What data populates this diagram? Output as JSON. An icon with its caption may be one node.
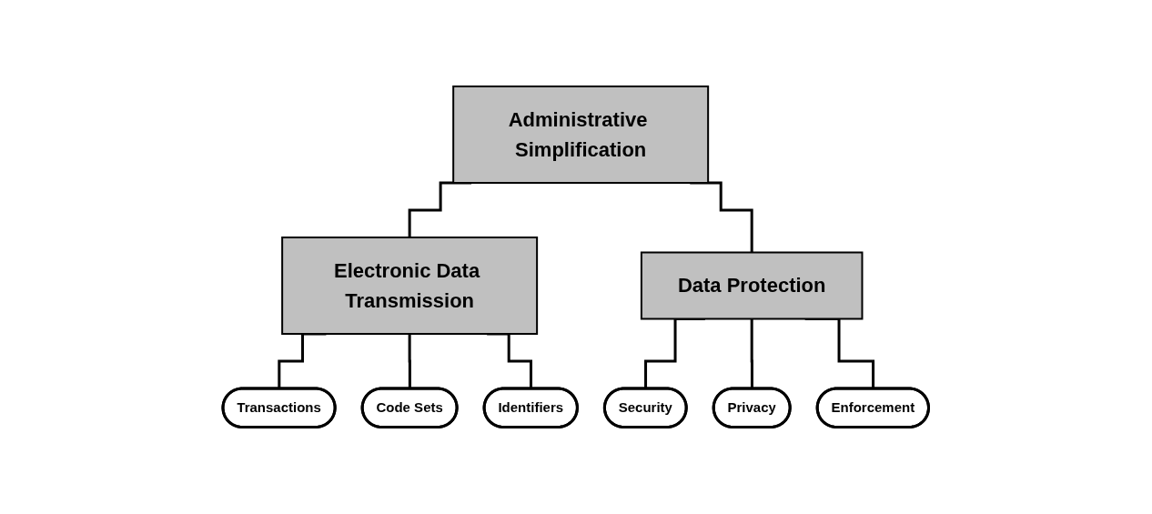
{
  "diagram": {
    "nodes": [
      {
        "text": [
          "Administrative Simplification"
        ]
      },
      {
        "text": [
          "Electronic Data Transmission"
        ]
      },
      {
        "text": [
          "Data Protection"
        ]
      },
      {
        "text": [
          "Transactions"
        ]
      },
      {
        "text": [
          "Code Sets"
        ]
      },
      {
        "text": [
          "Identifiers"
        ]
      },
      {
        "text": [
          "Security"
        ]
      },
      {
        "text": [
          "Privacy"
        ]
      },
      {
        "text": [
          "Enforcement"
        ]
      }
    ],
    "edges": [
      {
        "from": 0,
        "to": 1,
        "arrow": "none"
      },
      {
        "from": 0,
        "to": 2,
        "arrow": "none"
      },
      {
        "from": 1,
        "to": 3,
        "arrow": "none"
      },
      {
        "from": 1,
        "to": 4,
        "arrow": "none"
      },
      {
        "from": 1,
        "to": 5,
        "arrow": "none"
      },
      {
        "from": 2,
        "to": 6,
        "arrow": "none"
      },
      {
        "from": 2,
        "to": 7,
        "arrow": "none"
      },
      {
        "from": 2,
        "to": 8,
        "arrow": "none"
      }
    ]
  }
}
